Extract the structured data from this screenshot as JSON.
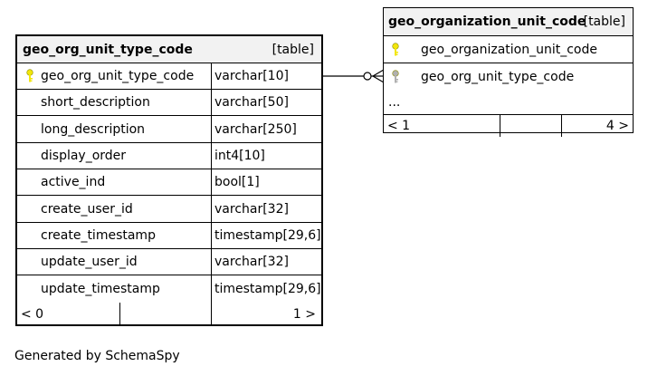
{
  "tables": {
    "type_code": {
      "name": "geo_org_unit_type_code",
      "kind": "[table]",
      "columns": [
        {
          "name": "geo_org_unit_type_code",
          "type": "varchar[10]",
          "key": "primary"
        },
        {
          "name": "short_description",
          "type": "varchar[50]"
        },
        {
          "name": "long_description",
          "type": "varchar[250]"
        },
        {
          "name": "display_order",
          "type": "int4[10]"
        },
        {
          "name": "active_ind",
          "type": "bool[1]"
        },
        {
          "name": "create_user_id",
          "type": "varchar[32]"
        },
        {
          "name": "create_timestamp",
          "type": "timestamp[29,6]"
        },
        {
          "name": "update_user_id",
          "type": "varchar[32]"
        },
        {
          "name": "update_timestamp",
          "type": "timestamp[29,6]"
        }
      ],
      "footer_left": "< 0",
      "footer_right": "1 >"
    },
    "unit_code": {
      "name": "geo_organization_unit_code",
      "kind": "[table]",
      "columns": [
        {
          "name": "geo_organization_unit_code",
          "key": "primary"
        },
        {
          "name": "geo_org_unit_type_code",
          "key": "foreign"
        }
      ],
      "ellipsis": "...",
      "footer_left": "< 1",
      "footer_right": "4 >"
    }
  },
  "colors": {
    "primary_key": "#f2e60c",
    "foreign_key": "#b0b0b0",
    "header_bg": "#f2f2f2"
  },
  "caption": "Generated by SchemaSpy"
}
